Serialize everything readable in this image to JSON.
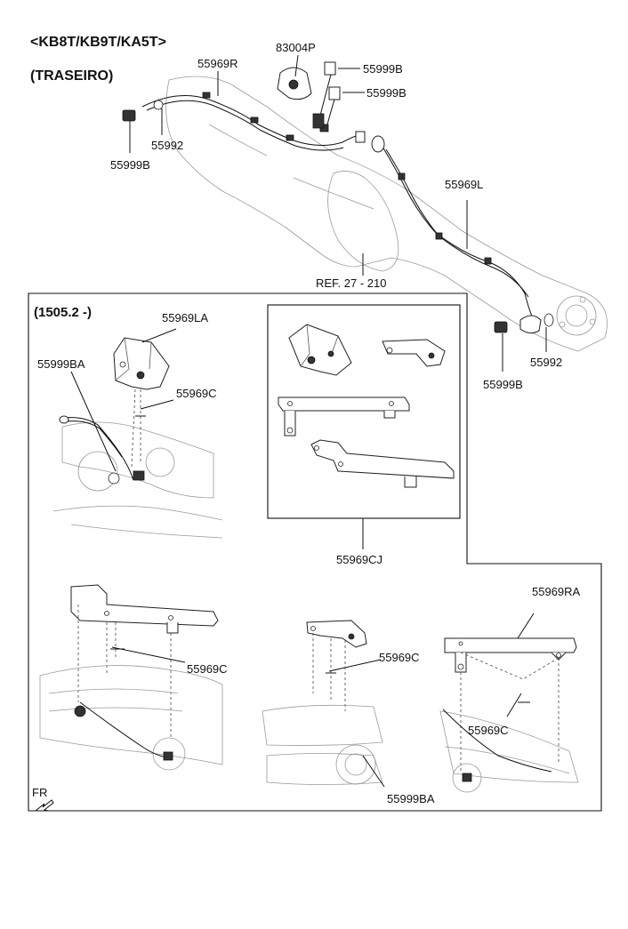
{
  "header": {
    "model_codes": "<KB8T/KB9T/KA5T>",
    "section": "(TRASEIRO)"
  },
  "top_callouts": {
    "p_55969R": "55969R",
    "p_83004P": "83004P",
    "p_55999B_a": "55999B",
    "p_55999B_b": "55999B",
    "p_55999B_left": "55999B",
    "p_55992_left": "55992",
    "p_55969L": "55969L",
    "ref": "REF.  27 - 210",
    "p_55999B_right": "55999B",
    "p_55992_right": "55992"
  },
  "inset": {
    "date_range": "(1505.2 -)",
    "p_55969LA": "55969LA",
    "p_55999BA": "55999BA",
    "p_55969C": "55969C",
    "kit_label": "55969CJ",
    "p_55969C_2": "55969C",
    "p_55969C_3": "55969C",
    "p_55969RA": "55969RA",
    "p_55969C_4": "55969C",
    "p_55999BA_2": "55999BA",
    "direction": "FR"
  }
}
